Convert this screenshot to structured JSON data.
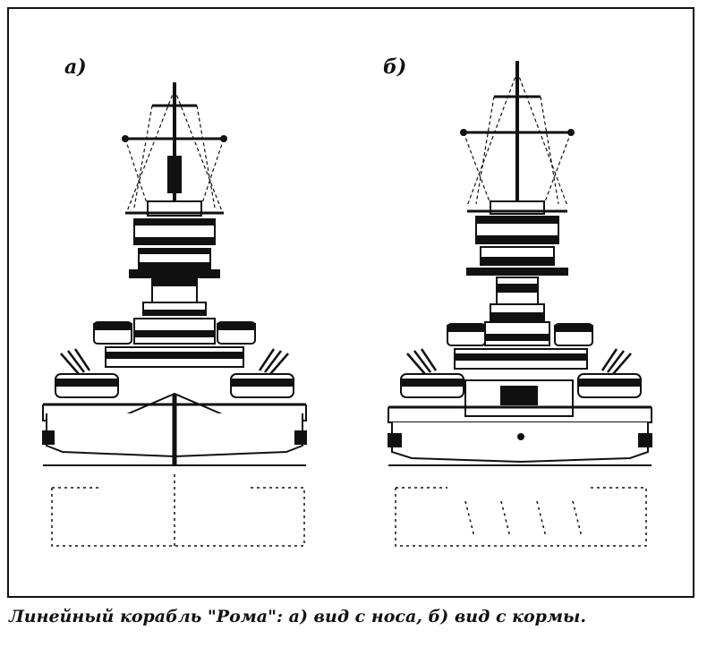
{
  "figure": {
    "panels": [
      {
        "label": "а)",
        "view": "bow"
      },
      {
        "label": "б)",
        "view": "stern"
      }
    ],
    "caption": "Линейный корабль \"Рома\": а) вид с носа, б) вид с кормы."
  },
  "colors": {
    "ink": "#111111",
    "paper": "#ffffff"
  }
}
